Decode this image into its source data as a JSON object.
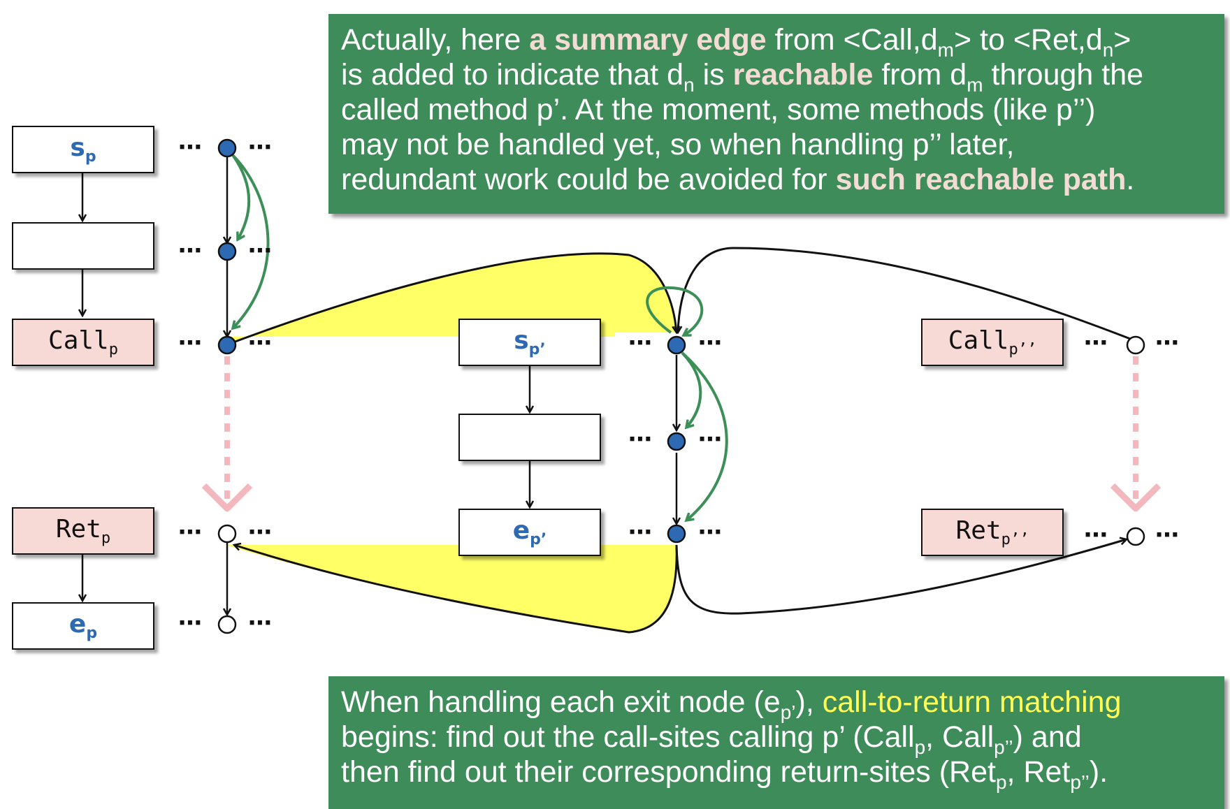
{
  "top_note": {
    "t1": "Actually, here ",
    "h1": "a summary edge",
    "t2": " from <Call,d",
    "sub_m1": "m",
    "t3": "> to <Ret,d",
    "sub_n1": "n",
    "t4": ">",
    "t5": "is added to indicate that d",
    "sub_n2": "n",
    "t6": " is ",
    "h2": "reachable",
    "t7": " from d",
    "sub_m2": "m",
    "t8": " through the",
    "t9": "called method p’. At the moment, some methods (like p’’)",
    "t10": "may not be handled yet, so when handling p’’ later,",
    "t11": "redundant work could be avoided for ",
    "h3": "such reachable path",
    "t12": "."
  },
  "bottom_note": {
    "t1": "When handling each exit node (e",
    "sub1": "p’",
    "t2": "), ",
    "h1": "call-to-return matching",
    "t3": "begins: find out the call-sites calling p’ (Call",
    "sub2": "p",
    "t4": ", Call",
    "sub3": "p’’",
    "t5": ") and",
    "t6": "then find out their corresponding return-sites (Ret",
    "sub4": "p",
    "t7": ", Ret",
    "sub5": "p’’",
    "t8": ")."
  },
  "nodes": {
    "sp": {
      "main": "s",
      "sub": "p"
    },
    "callp": {
      "main": "Call",
      "sub": "p"
    },
    "retp": {
      "main": "Ret",
      "sub": "p"
    },
    "ep": {
      "main": "e",
      "sub": "p"
    },
    "sp1": {
      "main": "s",
      "sub": "p’"
    },
    "ep1": {
      "main": "e",
      "sub": "p’"
    },
    "callp2": {
      "main": "Call",
      "sub": "p’’"
    },
    "retp2": {
      "main": "Ret",
      "sub": "p’’"
    }
  },
  "dots": "⋯",
  "colors": {
    "callout_green": "#3e8c59",
    "highlight_pink": "#f3dcd4",
    "highlight_yellow": "#ffff55",
    "fact_blue": "#2e6ab3",
    "region_yellow": "#ffff66",
    "dashed_pink": "#f2b8bd",
    "node_pink": "#f7d9d6",
    "arrow_green": "#3b8f57"
  }
}
